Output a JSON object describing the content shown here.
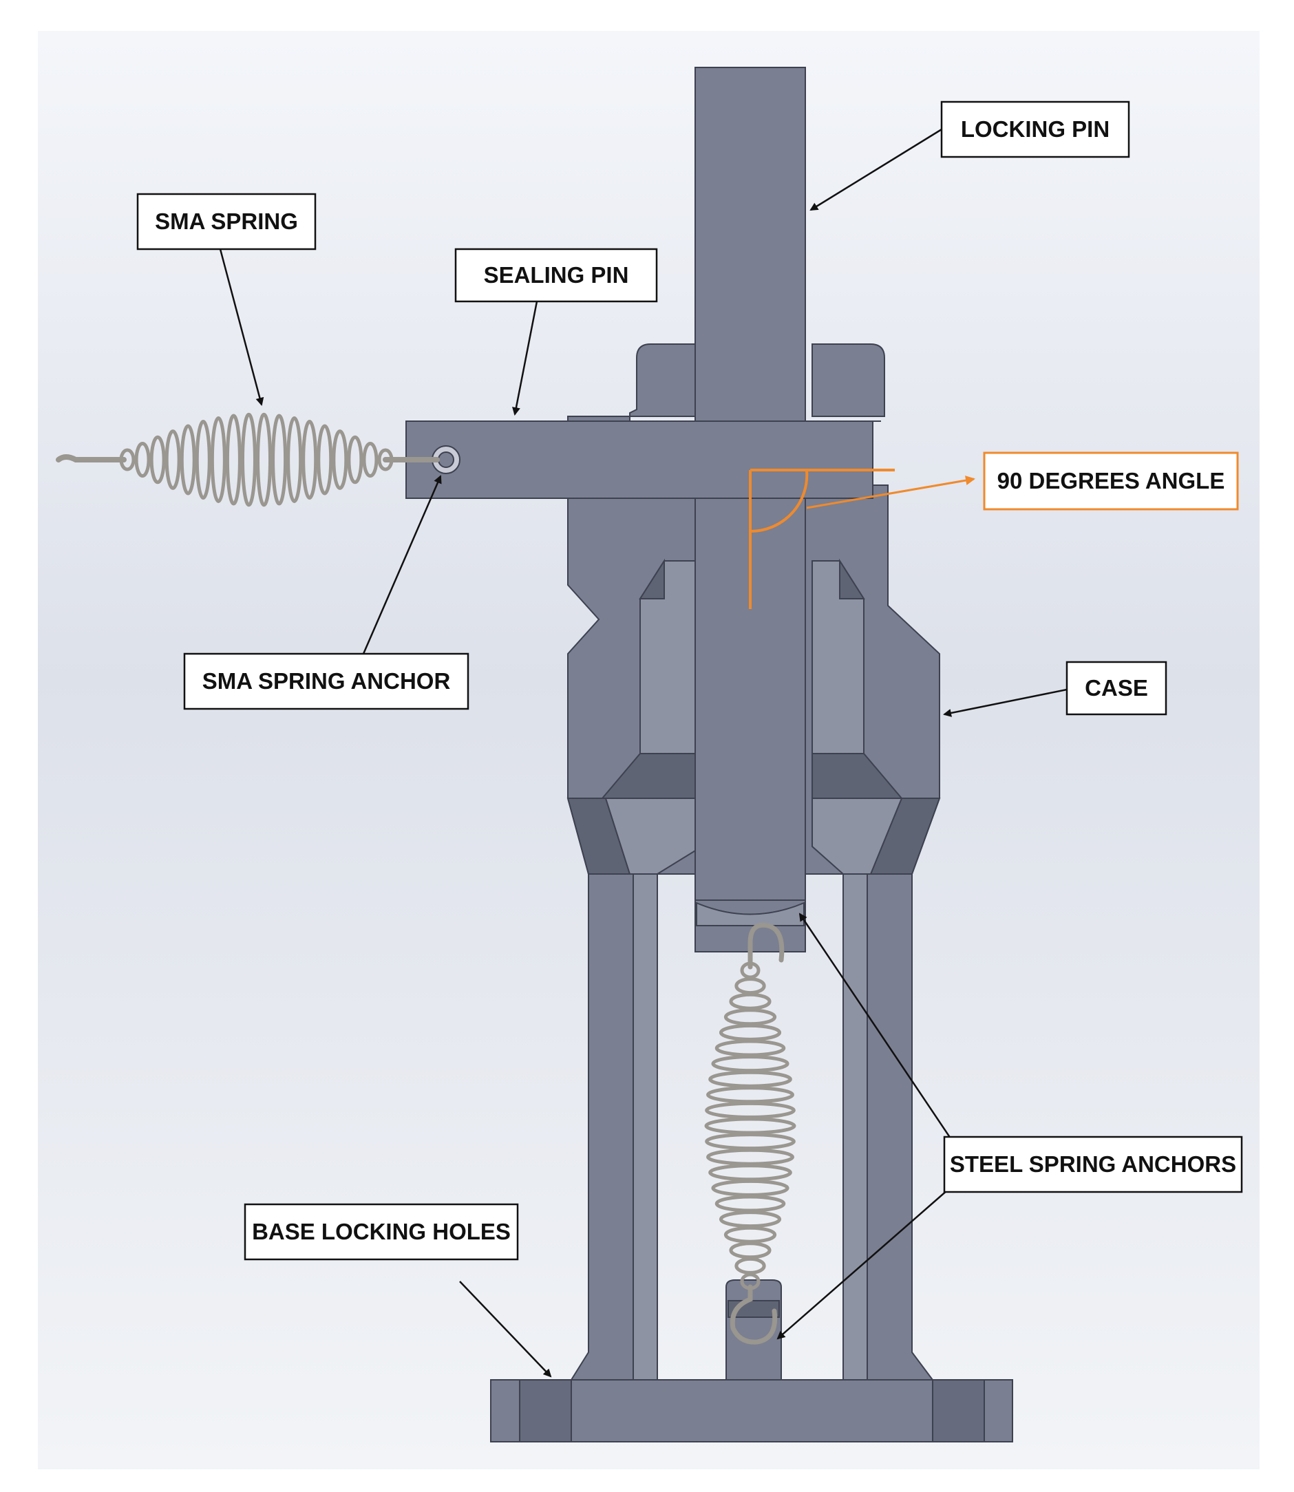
{
  "labels": {
    "locking_pin": "LOCKING PIN",
    "sma_spring": "SMA SPRING",
    "sealing_pin": "SEALING PIN",
    "angle": "90 DEGREES ANGLE",
    "sma_spring_anchor": "SMA SPRING ANCHOR",
    "case": "CASE",
    "steel_spring_anchors": "STEEL SPRING ANCHORS",
    "base_locking_holes": "BASE LOCKING HOLES"
  },
  "colors": {
    "part_fill": "#7a7f91",
    "part_dark": "#5f6475",
    "part_light": "#8e93a4",
    "part_edge": "#3d4150",
    "spring": "#9a9690",
    "arrow": "#111111",
    "accent": "#f08a2c"
  },
  "icons": {
    "sma_spring": "coil-spring-icon",
    "steel_spring": "coil-spring-icon"
  }
}
